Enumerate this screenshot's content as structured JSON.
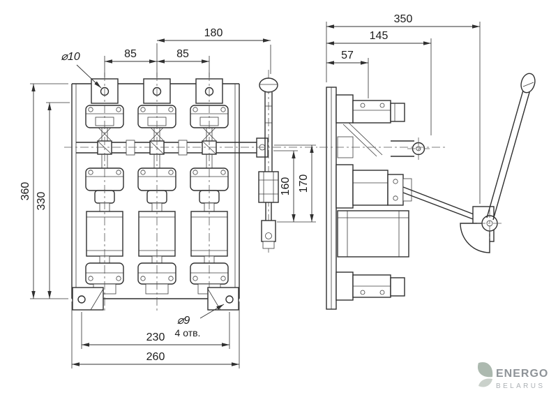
{
  "front_view": {
    "dims": {
      "top_span": "180",
      "pole_pitch_1": "85",
      "pole_pitch_2": "85",
      "mount_hole_dia_top": "⌀10",
      "overall_height": "360",
      "frame_height": "330",
      "lever_travel_inner": "160",
      "lever_travel_outer": "170",
      "mount_hole_dia_bottom": "⌀9",
      "mount_hole_count": "4 отв.",
      "mount_hole_span": "230",
      "overall_width": "260"
    }
  },
  "side_view": {
    "dims": {
      "overall_depth": "350",
      "lever_depth": "145",
      "bracket_offset": "57"
    }
  },
  "watermark": {
    "line1": "ENERGO",
    "line2": "BELARUS",
    "text_color": "#82888D",
    "subtext_color": "#A4A9AE",
    "accent_color": "#93A396"
  }
}
